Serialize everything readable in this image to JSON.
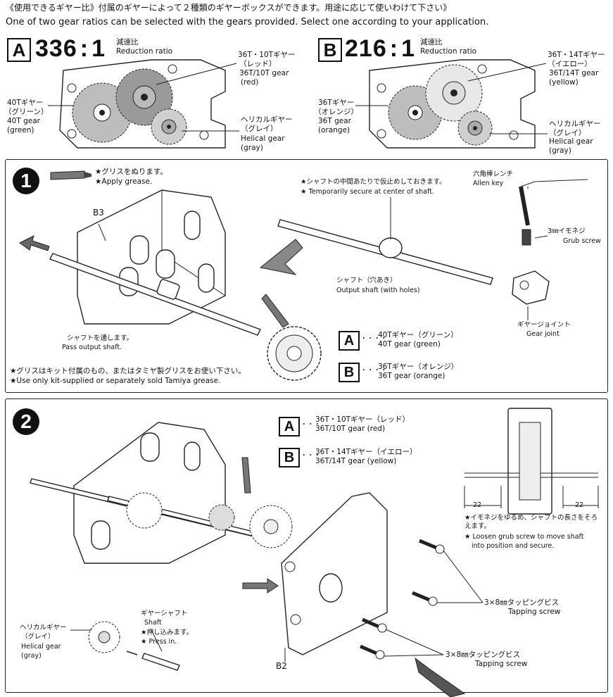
{
  "header": {
    "line_jp": "《使用できるギヤー比》付属のギヤーによって２種類のギヤーボックスができます。用途に応じて使いわけて下さい》",
    "line_en": "One of two gear ratios can be selected with the gears provided. Select one according to your application."
  },
  "ratio_a": {
    "letter": "A",
    "value": "336",
    "colon": ":",
    "one": "1",
    "label_jp": "減速比",
    "label_en": "Reduction ratio",
    "callout_top_jp": "36T・10Tギヤー",
    "callout_top_jp2": "（レッド）",
    "callout_top_en": "36T/10T gear",
    "callout_top_en2": "(red)",
    "callout_left_jp": "40Tギヤー",
    "callout_left_jp2": "（グリーン）",
    "callout_left_en": "40T gear",
    "callout_left_en2": "(green)",
    "callout_helical_jp": "ヘリカルギヤー",
    "callout_helical_jp2": "（グレイ）",
    "callout_helical_en": "Helical gear",
    "callout_helical_en2": "(gray)"
  },
  "ratio_b": {
    "letter": "B",
    "value": "216",
    "colon": ":",
    "one": "1",
    "label_jp": "減速比",
    "label_en": "Reduction ratio",
    "callout_top_jp": "36T・14Tギヤー",
    "callout_top_jp2": "（イエロー）",
    "callout_top_en": "36T/14T gear",
    "callout_top_en2": "(yellow)",
    "callout_left_jp": "36Tギヤー",
    "callout_left_jp2": "（オレンジ）",
    "callout_left_en": "36T gear",
    "callout_left_en2": "(orange)",
    "callout_helical_jp": "ヘリカルギヤー",
    "callout_helical_jp2": "（グレイ）",
    "callout_helical_en": "Helical gear",
    "callout_helical_en2": "(gray)"
  },
  "step1": {
    "number": "1",
    "grease_jp": "★グリスをぬります。",
    "grease_en": "★Apply grease.",
    "part_b3": "B3",
    "temp_jp": "★シャフトの中間あたりで仮止めしておきます。",
    "temp_en": "★ Temporarily secure at center of shaft.",
    "allen_jp": "六角棒レンチ",
    "allen_en": "Allen key",
    "grub_jp": "3㎜イモネジ",
    "grub_en": "Grub screw",
    "shaft_jp": "シャフト（穴あき）",
    "shaft_en": "Output shaft (with holes)",
    "joint_jp": "ギヤージョイント",
    "joint_en": "Gear joint",
    "pass_jp": "シャフトを通します。",
    "pass_en": "Pass output shaft.",
    "opt_a_letter": "A",
    "opt_a_jp": "40Tギヤー（グリーン）",
    "opt_a_en": "40T gear (green)",
    "opt_b_letter": "B",
    "opt_b_jp": "36Tギヤー（オレンジ）",
    "opt_b_en": "36T gear (orange)",
    "note_jp": "★グリスはキット付属のもの、またはタミヤ製グリスをお使い下さい。",
    "note_en": "★Use only kit-supplied or separately sold Tamiya grease."
  },
  "step2": {
    "number": "2",
    "opt_a_letter": "A",
    "opt_a_jp": "36T・10Tギヤー（レッド）",
    "opt_a_en": "36T/10T gear (red)",
    "opt_b_letter": "B",
    "opt_b_jp": "36T・14Tギヤー（イエロー）",
    "opt_b_en": "36T/14T gear (yellow)",
    "dim_left": "22",
    "dim_right": "22",
    "loosen_jp": "★イモネジをゆるめ、シャフトの長さをそろえます。",
    "loosen_en1": "★ Loosen grub screw to move shaft",
    "loosen_en2": "into position and secure.",
    "screw_jp": "3×8㎜タッピングビス",
    "screw_en": "Tapping screw",
    "screw2_jp": "3×8㎜タッピングビス",
    "screw2_en": "Tapping screw",
    "gshaft_jp": "ギヤーシャフト",
    "gshaft_en": "Shaft",
    "press_jp": "★押し込みます。",
    "press_en": "★ Press in.",
    "helical_jp": "ヘリカルギヤー",
    "helical_jp2": "（グレイ）",
    "helical_en": "Helical gear",
    "helical_en2": "(gray)",
    "part_b2": "B2"
  }
}
